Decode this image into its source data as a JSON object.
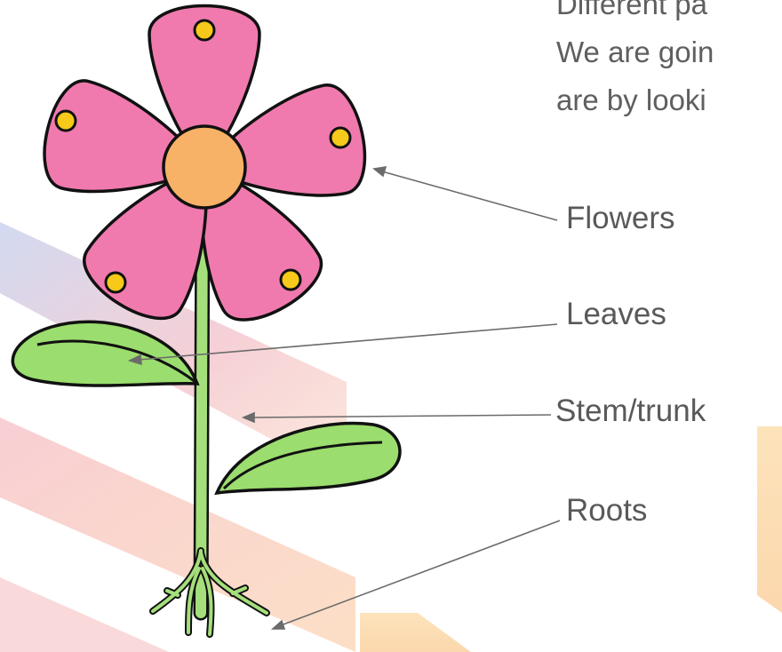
{
  "intro_text": {
    "line1": "Different pa",
    "line2": "We are goin",
    "line3": "are by looki"
  },
  "labels": {
    "flowers": "Flowers",
    "leaves": "Leaves",
    "stem": "Stem/trunk",
    "roots": "Roots"
  },
  "colors": {
    "petal": "#f07aae",
    "petal_dot": "#f6c91a",
    "flower_center": "#f7b267",
    "stem": "#a5df7c",
    "leaf": "#9bdd6e",
    "outline": "#111111",
    "pointer_line": "#6b6b6b",
    "label_text": "#595959",
    "bg_band_blue": "#c9d3ee",
    "bg_band_pink": "#f7c9cf",
    "bg_band_orange": "#fbd9a8"
  }
}
